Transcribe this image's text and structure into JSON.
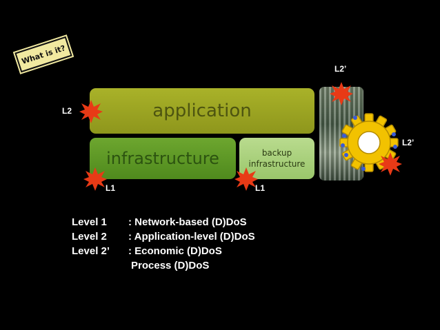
{
  "badge": "What is it?",
  "layers": {
    "application": "application",
    "infrastructure": "infrastructure",
    "backup_line1": "backup",
    "backup_line2": "infrastructure"
  },
  "labels": {
    "l2_left": "L2",
    "l2_top_right": "L2’",
    "l2_right": "L2’",
    "l1_left": "L1",
    "l1_mid": "L1"
  },
  "legend": [
    {
      "key": "Level 1",
      "value": ": Network-based (D)DoS"
    },
    {
      "key": "Level 2",
      "value": ": Application-level (D)DoS"
    },
    {
      "key": "Level 2’",
      "value": ": Economic (D)DoS"
    },
    {
      "key": "",
      "value": "Process (D)DoS"
    }
  ],
  "colors": {
    "application": "#9aa222",
    "infrastructure": "#5e9626",
    "backup": "#aed17d",
    "burst": "#e83a16",
    "gear": "#f2c200"
  },
  "icons": [
    "burst-icon",
    "gear-icon",
    "money-stack-image"
  ]
}
